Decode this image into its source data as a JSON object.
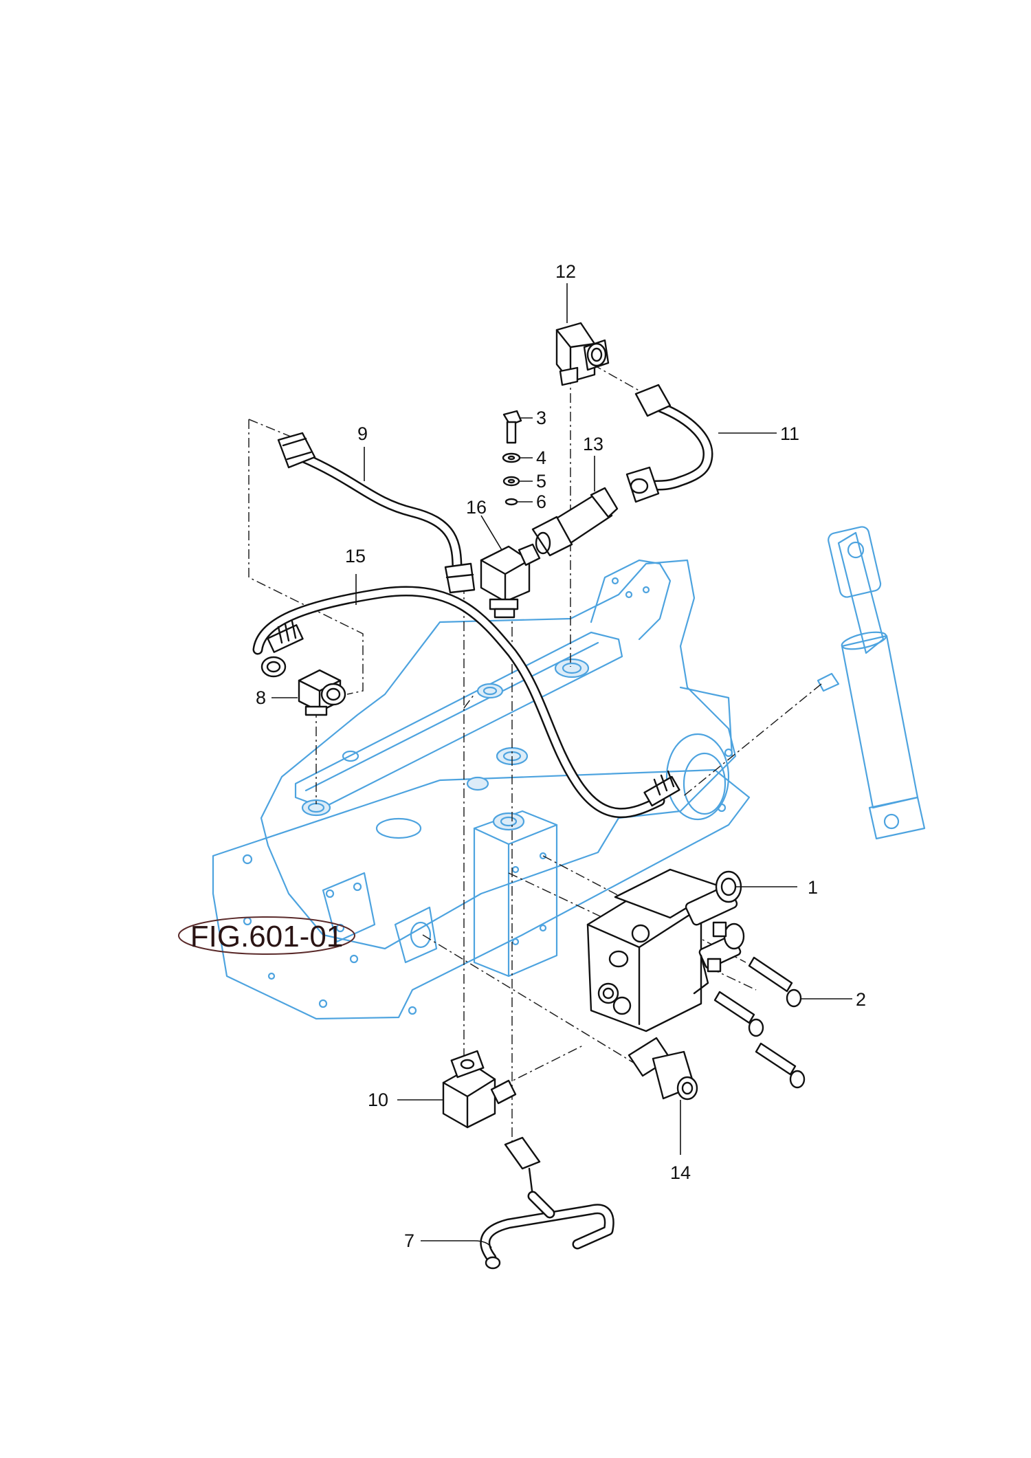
{
  "figure_ref": {
    "label": "FIG.601-01",
    "colors": {
      "ring": "#5a2a2a",
      "text": "#2a1414"
    }
  },
  "colors": {
    "housing": "#4da3df",
    "parts": "#111111",
    "background": "#ffffff"
  },
  "callouts": [
    {
      "id": "1",
      "label": "1"
    },
    {
      "id": "2",
      "label": "2"
    },
    {
      "id": "3",
      "label": "3"
    },
    {
      "id": "4",
      "label": "4"
    },
    {
      "id": "5",
      "label": "5"
    },
    {
      "id": "6",
      "label": "6"
    },
    {
      "id": "7",
      "label": "7"
    },
    {
      "id": "8",
      "label": "8"
    },
    {
      "id": "9",
      "label": "9"
    },
    {
      "id": "10",
      "label": "10"
    },
    {
      "id": "11",
      "label": "11"
    },
    {
      "id": "12",
      "label": "12"
    },
    {
      "id": "13",
      "label": "13"
    },
    {
      "id": "14",
      "label": "14"
    },
    {
      "id": "15",
      "label": "15"
    },
    {
      "id": "16",
      "label": "16"
    }
  ]
}
